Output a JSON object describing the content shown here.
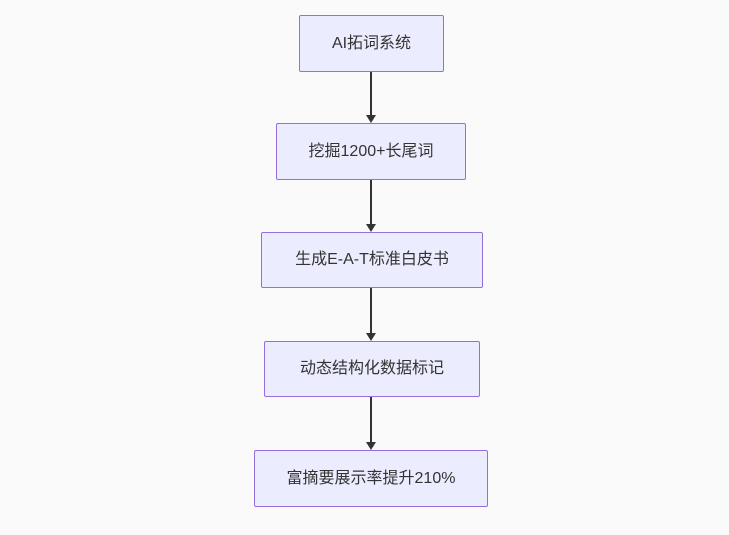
{
  "diagram": {
    "type": "flowchart",
    "direction": "top-down",
    "nodes": [
      {
        "id": "A",
        "label": "AI拓词系统"
      },
      {
        "id": "B",
        "label": "挖掘1200+长尾词"
      },
      {
        "id": "C",
        "label": "生成E-A-T标准白皮书"
      },
      {
        "id": "D",
        "label": "动态结构化数据标记"
      },
      {
        "id": "E",
        "label": "富摘要展示率提升210%"
      }
    ],
    "edges": [
      {
        "from": "A",
        "to": "B"
      },
      {
        "from": "B",
        "to": "C"
      },
      {
        "from": "C",
        "to": "D"
      },
      {
        "from": "D",
        "to": "E"
      }
    ],
    "colors": {
      "node_fill": "#ECECFF",
      "node_border": "#9370DB",
      "arrow": "#333333",
      "text": "#333333",
      "background": "#fafafa"
    }
  }
}
